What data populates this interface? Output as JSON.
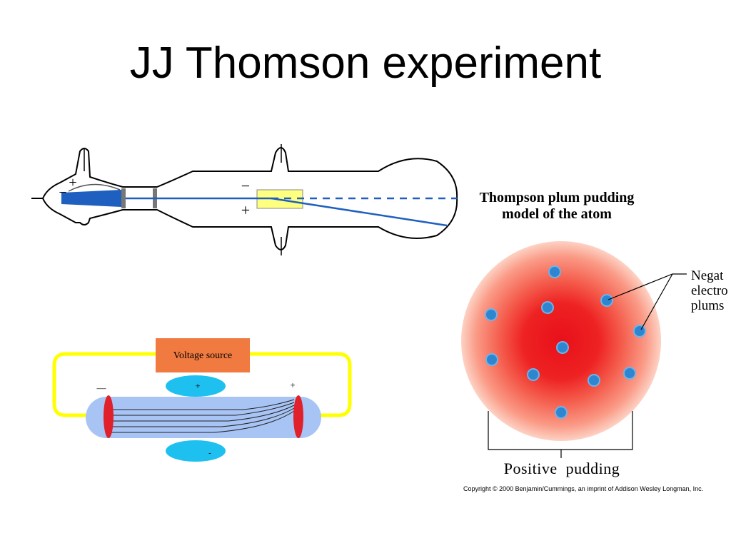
{
  "slide": {
    "title": "JJ Thomson experiment"
  },
  "tube_diagram": {
    "anode_sign": "+",
    "cathode_sign": "−",
    "upper_plate_sign": "−",
    "lower_plate_sign": "+",
    "beam_color": "#1f5fbf",
    "field_plate_color": "#ffff80"
  },
  "circuit_diagram": {
    "voltage_source_label": "Voltage source",
    "left_terminal_sign": "—",
    "right_terminal_sign": "+",
    "upper_plate_sign": "+",
    "lower_plate_sign": "-",
    "wire_color": "#ffff00",
    "source_color": "#f07a40",
    "tube_color": "#a8c4f4",
    "plate_color": "#1ec0f0",
    "electrode_color": "#e0202a"
  },
  "plum_pudding": {
    "title_line1": "Thompson plum pudding",
    "title_line2": "model of the atom",
    "electron_label_line1": "Negat",
    "electron_label_line2": "electro",
    "electron_label_line3": "plums",
    "pudding_label": "Positive  pudding",
    "copyright": "Copyright © 2000 Benjamin/Cummings, an imprint of Addison Wesley Longman, Inc.",
    "pudding_color": "#f03c3c",
    "electron_color": "#2e86d0"
  }
}
